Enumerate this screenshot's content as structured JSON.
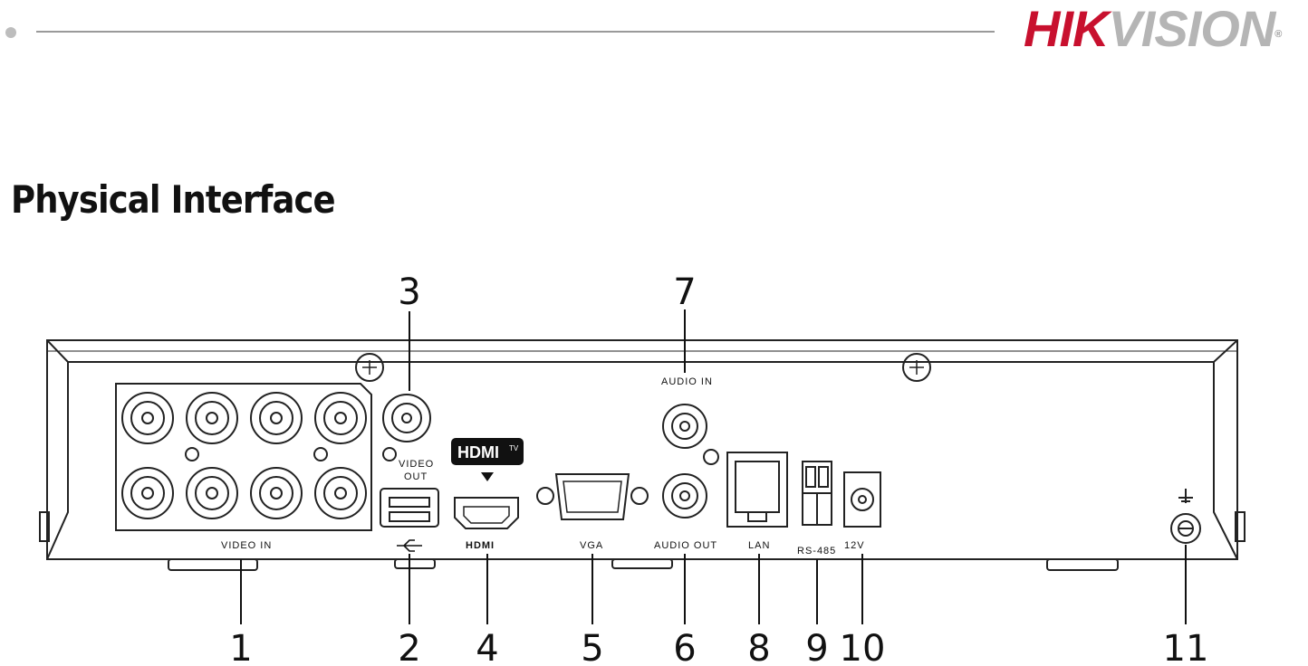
{
  "header": {
    "brand_main": "HIK",
    "brand_rest": "VISION",
    "trademark": "®"
  },
  "page_title": "Physical Interface",
  "port_labels": {
    "video_in": "VIDEO IN",
    "video_out_1": "VIDEO",
    "video_out_2": "OUT",
    "hdmi_badge": "HDMI",
    "hdmi_badge_tv": "TV",
    "hdmi": "HDMI",
    "vga": "VGA",
    "audio_in": "AUDIO IN",
    "audio_out": "AUDIO OUT",
    "lan": "LAN",
    "rs485": "RS-485",
    "power": "12V"
  },
  "callouts": {
    "c1": "1",
    "c2": "2",
    "c3": "3",
    "c4": "4",
    "c5": "5",
    "c6": "6",
    "c7": "7",
    "c8": "8",
    "c9": "9",
    "c10": "10",
    "c11": "11"
  }
}
